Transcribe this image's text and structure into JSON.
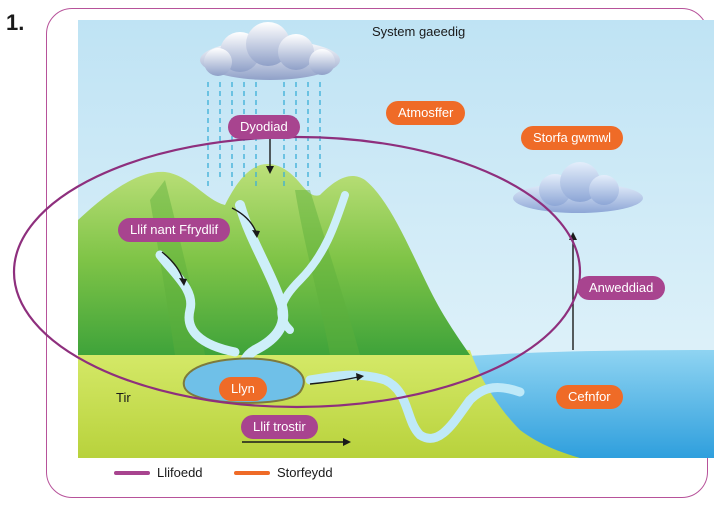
{
  "question_number": "1.",
  "system_title": "System gaeedig",
  "labels": {
    "precipitation": "Dyodiad",
    "atmosphere": "Atmosffer",
    "cloud_storage": "Storfa gwmwl",
    "stream_runoff": "Llif nant Ffrydlif",
    "condensation": "Anweddiad",
    "lake": "Llyn",
    "ocean": "Cefnfor",
    "land": "Tir",
    "overland_flow": "Llif trostir"
  },
  "legend": [
    {
      "label": "Llifoedd",
      "color": "#a8448f"
    },
    {
      "label": "Storfeydd",
      "color": "#ef6b27"
    }
  ],
  "colors": {
    "flow": "#a8448f",
    "store": "#ef6b27",
    "sky": "#cfeaf6",
    "ocean": "#4fb4e6",
    "land": "#c9e04f",
    "mountain": "#7cc144",
    "river": "#cdeff9"
  }
}
